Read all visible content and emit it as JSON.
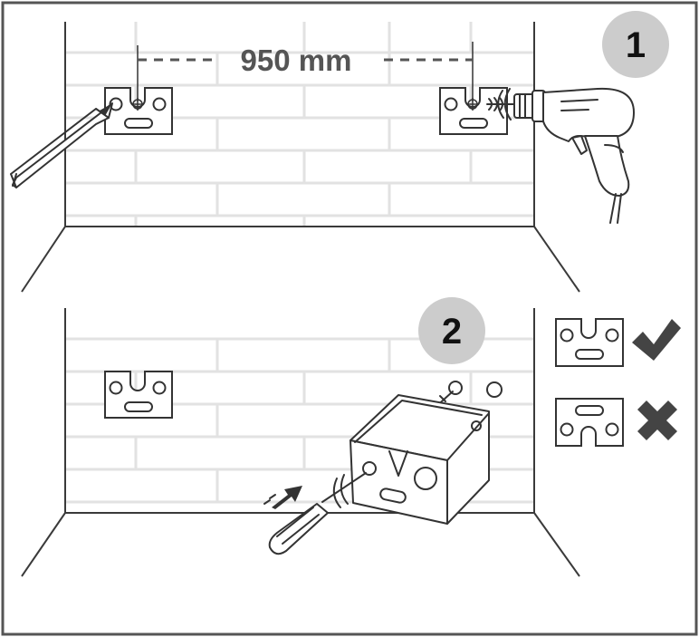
{
  "step1": {
    "badge": "1",
    "distance_label": "950 mm"
  },
  "step2": {
    "badge": "2"
  },
  "orientation_legend": {
    "correct_icon": "check-mark-icon",
    "incorrect_icon": "cross-mark-icon"
  },
  "colors": {
    "badge_fill": "#cccccc",
    "frame": "#555555",
    "brick_lines": "#e2e2e2",
    "outline": "#333333"
  }
}
